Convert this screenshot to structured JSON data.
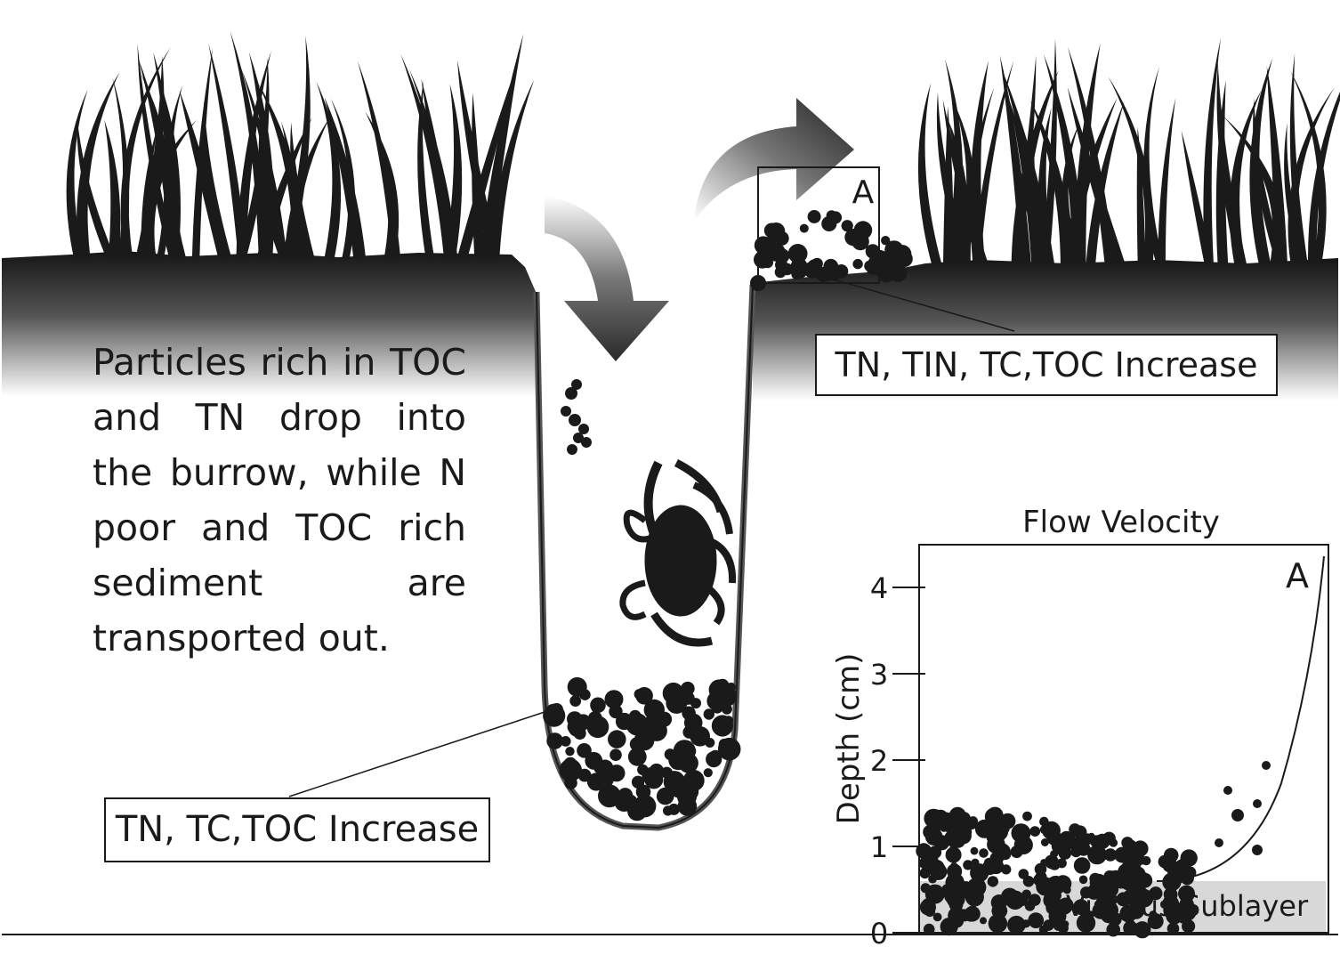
{
  "diagram": {
    "description_text": "Particles rich in TOC and TN drop into the burrow, while N poor and TOC rich sediment are transported out.",
    "label_surface_increase": "TN, TIN, TC,TOC Increase",
    "label_burrow_increase": "TN, TC,TOC Increase",
    "marker_top": "A"
  },
  "inset": {
    "title": "Flow Velocity",
    "ylabel": "Depth (cm)",
    "yticks": [
      "0",
      "1",
      "2",
      "3",
      "4"
    ],
    "ylim": [
      0,
      4.3
    ],
    "marker": "A",
    "band_label": "Viscous Sublayer"
  },
  "colors": {
    "ink": "#1a1a1a",
    "band": "#d8d8d8"
  }
}
